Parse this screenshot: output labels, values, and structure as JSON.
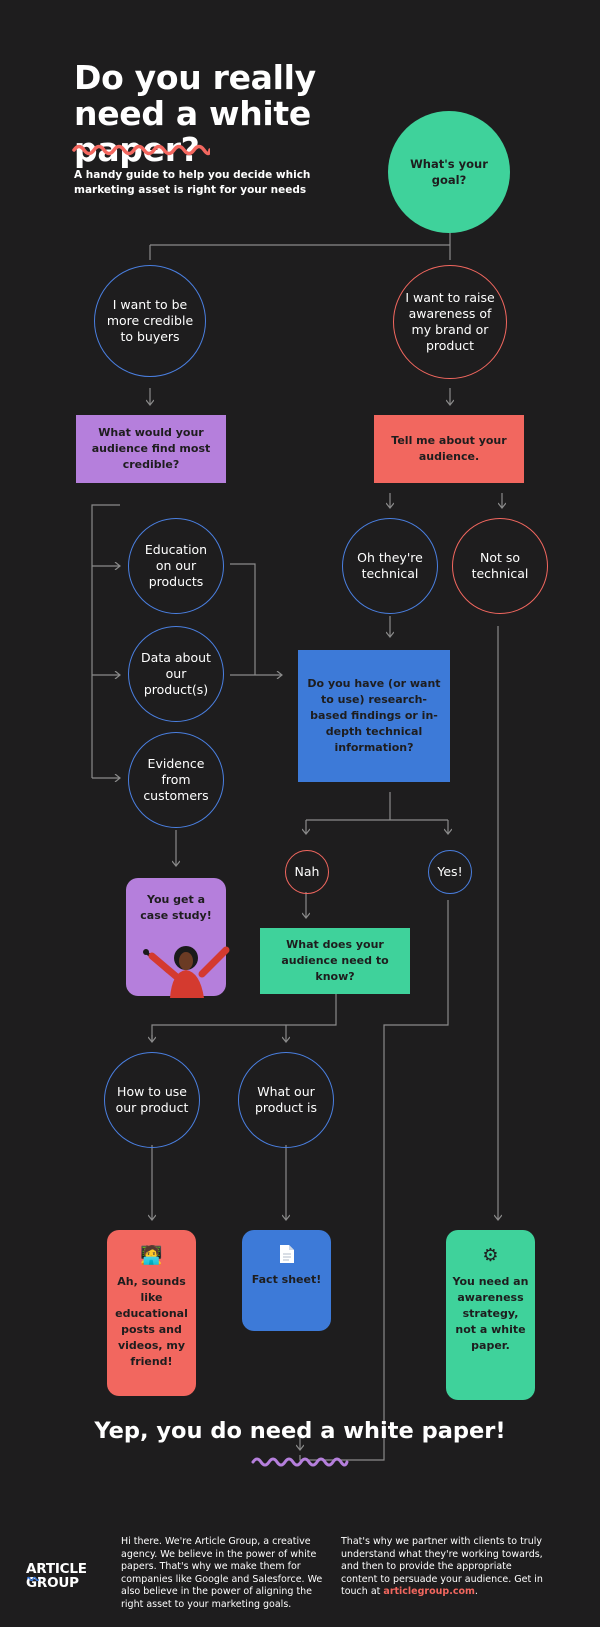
{
  "header": {
    "title": "Do you really need a white paper?",
    "subtitle": "A handy guide to help you decide which marketing asset is right for your needs"
  },
  "nodes": {
    "goal": "What's your goal?",
    "credible": "I want to be more credible to buyers",
    "awareness": "I want to raise awareness of my brand or product",
    "q_credible": "What would your audience find most credible?",
    "q_audience": "Tell me about your audience.",
    "education": "Education on our products",
    "data": "Data about our product(s)",
    "evidence": "Evidence from customers",
    "technical": "Oh they're technical",
    "not_technical": "Not so technical",
    "q_research": "Do you have (or want to use) research-based findings or in-depth technical information?",
    "nah": "Nah",
    "yes": "Yes!",
    "case_study": "You get a case study!",
    "q_know": "What does your audience need to know?",
    "how_to_use": "How to use our product",
    "what_product": "What our product is",
    "educational": "Ah, sounds like educational posts and videos, my friend!",
    "fact_sheet": "Fact sheet!",
    "awareness_strategy": "You need an awareness strategy, not a white paper."
  },
  "icons": {
    "educational": "person-at-laptop-icon",
    "fact_sheet": "document-icon",
    "awareness_strategy": "gear-icon",
    "case_study": "celebrating-woman-image"
  },
  "footer": {
    "headline": "Yep, you do need a white paper!",
    "col1": "Hi there. We're Article Group, a creative agency. We believe in the power of white papers. That's why we make them for companies like Google and Salesforce. We also believe in the power of aligning the right asset to your marketing goals.",
    "col2_text": "That's why we partner with clients to truly understand what they're working towards, and then to provide the appropriate content to persuade your audience. Get in touch at",
    "col2_link": "articlegroup.com",
    "col2_end": ".",
    "logo_line1": "ARTICLE",
    "logo_line2": "GROUP"
  },
  "colors": {
    "background": "#1e1d1e",
    "green": "#3fd29b",
    "salmon": "#f2675f",
    "purple": "#b57fdc",
    "blue": "#3d7ad8",
    "circle_blue": "#4a7fe0"
  }
}
